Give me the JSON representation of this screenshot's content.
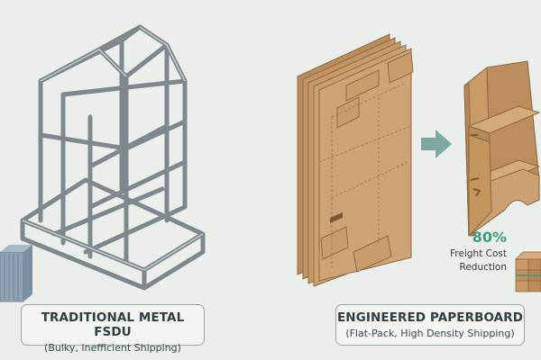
{
  "left_panel": {
    "title": "TRADITIONAL METAL FSDU",
    "subtitle": "(Bulky, Inefficient Shipping)",
    "icon": "metal-frame-icon",
    "container_icon": "shipping-container-icon"
  },
  "right_panel": {
    "title": "ENGINEERED PAPERBOARD",
    "subtitle": "(Flat-Pack, High Density Shipping)",
    "icon": "flat-pack-boards-icon",
    "assembled_icon": "paperboard-display-icon",
    "arrow_icon": "arrow-right-icon"
  },
  "stat": {
    "value": "80%",
    "label_line1": "Freight Cost",
    "label_line2": "Reduction",
    "icon": "box-stack-icon"
  },
  "colors": {
    "background": "#eceeec",
    "metal": "#8e969a",
    "cardboard": "#c59866",
    "accent_teal": "#3d9a80",
    "border": "#9aa6a0"
  }
}
